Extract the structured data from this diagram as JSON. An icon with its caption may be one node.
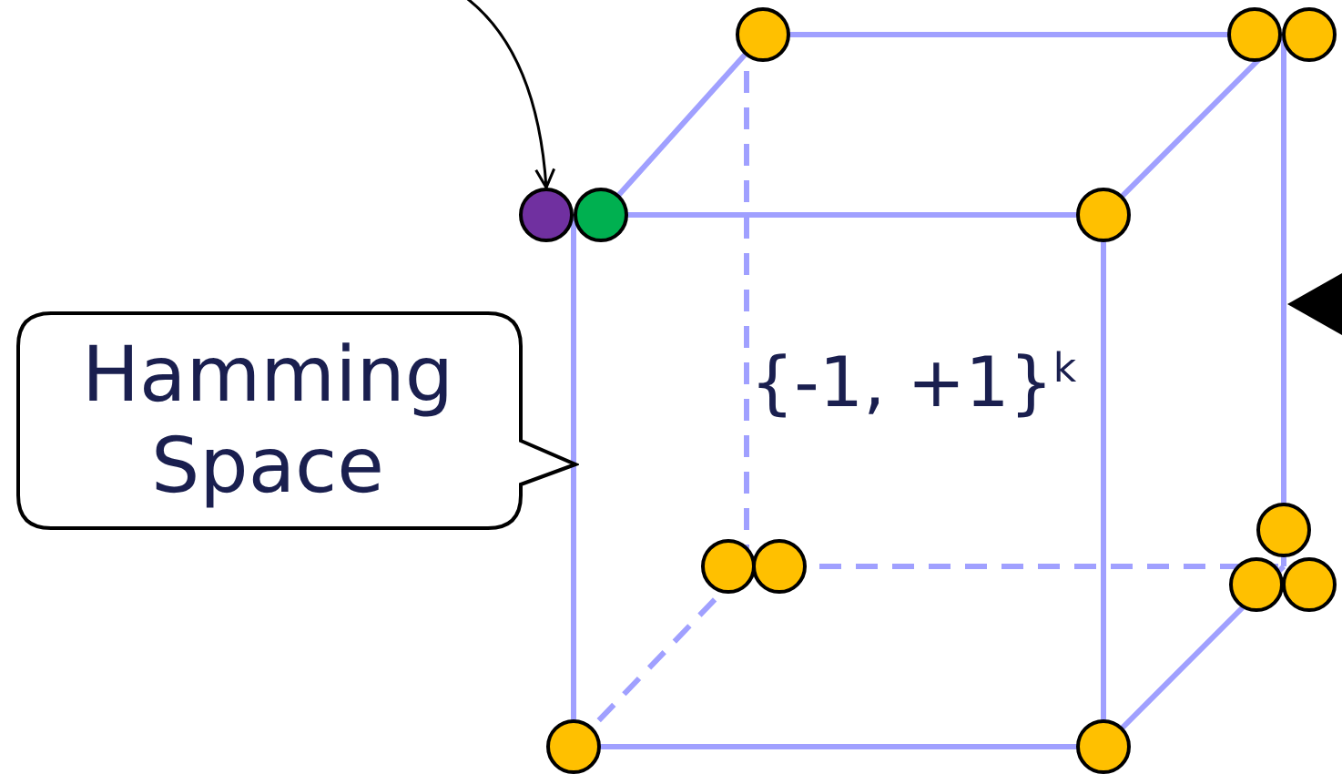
{
  "diagram": {
    "nodes": [
      {
        "text": [
          "Hamming Space"
        ]
      },
      {
        "text": [],
        "shape": "circle"
      },
      {
        "text": [],
        "shape": "circle"
      },
      {
        "text": [],
        "shape": "circle"
      },
      {
        "text": [],
        "shape": "circle"
      },
      {
        "text": [],
        "shape": "circle"
      },
      {
        "text": [],
        "shape": "circle"
      },
      {
        "text": [],
        "shape": "circle"
      },
      {
        "text": [],
        "shape": "circle"
      },
      {
        "text": [],
        "shape": "circle"
      },
      {
        "text": [],
        "shape": "circle"
      },
      {
        "text": [],
        "shape": "circle"
      },
      {
        "text": [],
        "shape": "circle"
      },
      {
        "text": [],
        "shape": "circle"
      }
    ],
    "edges": [
      {
        "from": null,
        "to": 4,
        "arrow": "to"
      }
    ],
    "labels": [
      "{-1, +1}$^{k}$"
    ]
  }
}
